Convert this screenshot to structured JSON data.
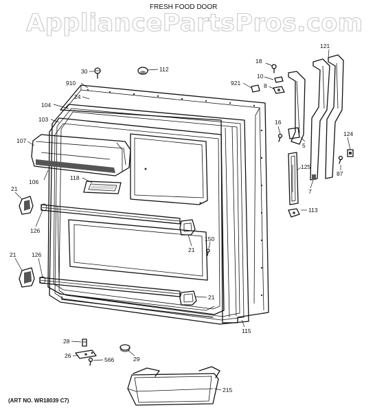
{
  "title": "FRESH FOOD DOOR",
  "watermark": "AppliancePartsPros.com",
  "art_number": "(ART NO. WR18039 C7)",
  "callouts": {
    "c18": "18",
    "c121": "121",
    "c30": "30",
    "c112": "112",
    "c10": "10",
    "c8": "8",
    "c910": "910",
    "c921": "921",
    "c24": "24",
    "c104": "104",
    "c103": "103",
    "c16": "16",
    "c107": "107",
    "c5": "5",
    "c124": "124",
    "c125": "125",
    "c106": "106",
    "c118": "118",
    "c87": "87",
    "c7": "7",
    "c21a": "21",
    "c113": "113",
    "c126a": "126",
    "c150": "150",
    "c21b": "21",
    "c21c": "21",
    "c126b": "126",
    "c21d": "21",
    "c115": "115",
    "c28": "28",
    "c26": "26",
    "c566": "566",
    "c29": "29",
    "c215": "215"
  }
}
